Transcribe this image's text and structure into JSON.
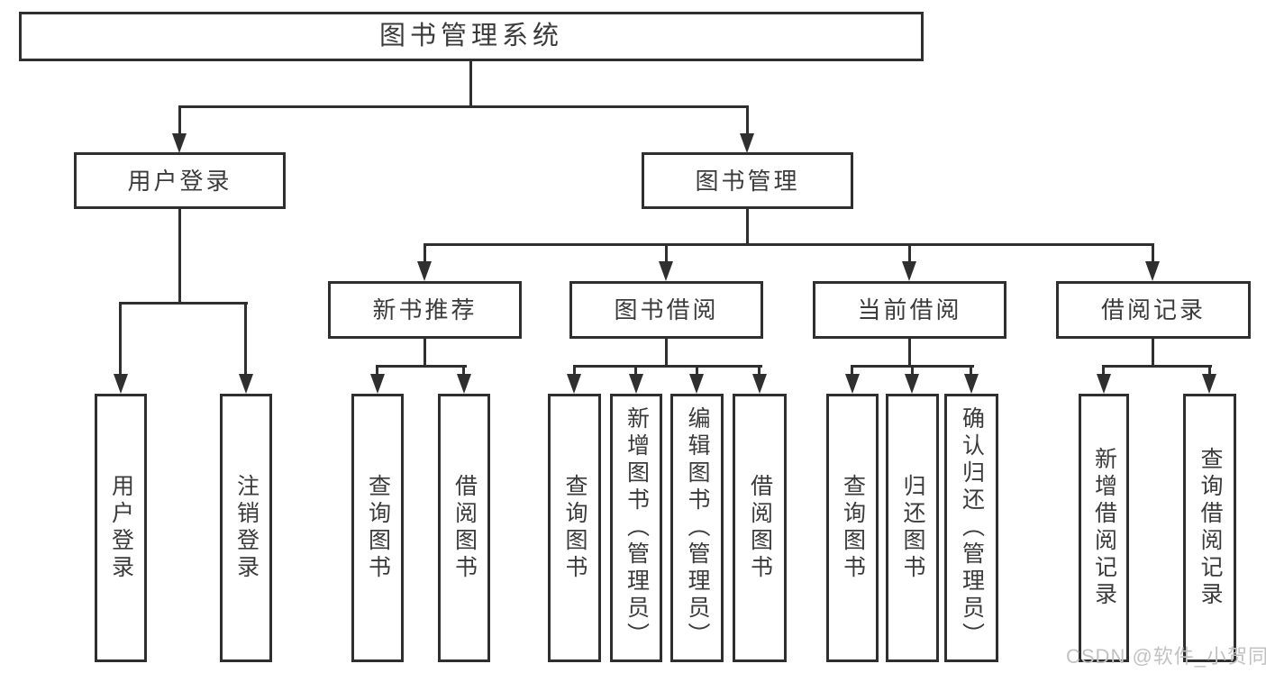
{
  "tree": {
    "root": "图书管理系统",
    "branches": [
      {
        "label": "用户登录",
        "children": [
          "用户登录",
          "注销登录"
        ]
      },
      {
        "label": "图书管理",
        "sections": [
          {
            "label": "新书推荐",
            "children": [
              "查询图书",
              "借阅图书"
            ]
          },
          {
            "label": "图书借阅",
            "children": [
              "查询图书",
              "新增图书（管理员）",
              "编辑图书（管理员）",
              "借阅图书"
            ]
          },
          {
            "label": "当前借阅",
            "children": [
              "查询图书",
              "归还图书",
              "确认归还（管理员）"
            ]
          },
          {
            "label": "借阅记录",
            "children": [
              "新增借阅记录",
              "查询借阅记录"
            ]
          }
        ]
      }
    ]
  },
  "watermark": "CSDN @软件_小贺同学",
  "colors": {
    "line": "#2f2f2f",
    "box_border": "#2f2f2f",
    "text": "#3b3b3b",
    "watermark": "#c2c2c2",
    "background": "#ffffff"
  }
}
